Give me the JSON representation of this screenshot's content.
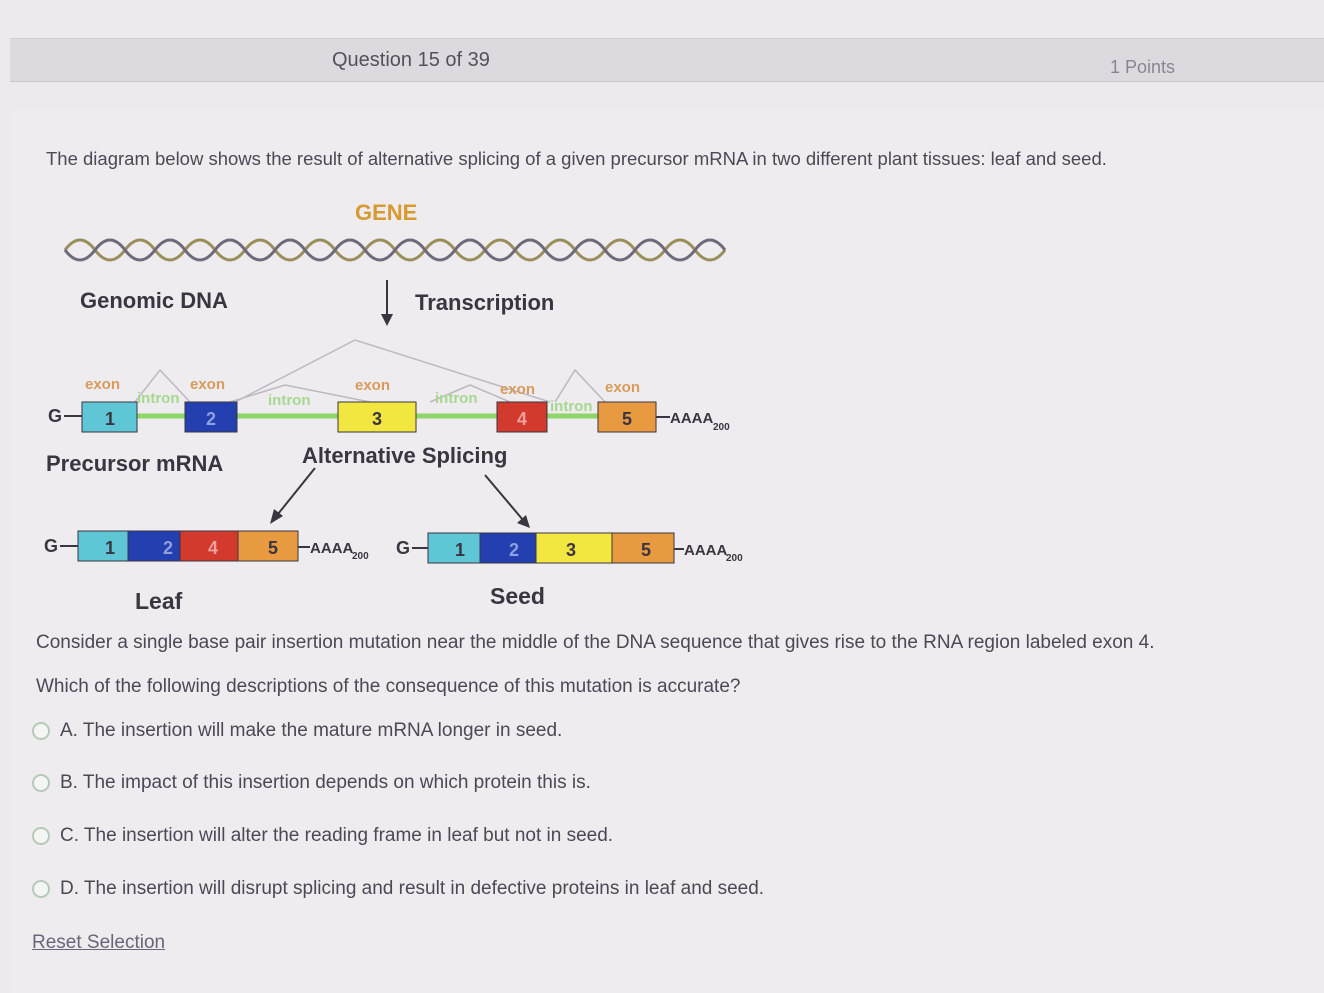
{
  "header": {
    "question_number": "Question 15 of 39",
    "points": "1 Points"
  },
  "prompt": "The diagram below shows the result of alternative splicing of a given precursor mRNA in two different plant tissues: leaf and seed.",
  "diagram": {
    "gene_label": "GENE",
    "genomic_dna_label": "Genomic DNA",
    "transcription_label": "Transcription",
    "precursor_label": "Precursor mRNA",
    "alt_splicing_label": "Alternative Splicing",
    "cap": "G",
    "exon_word": "exon",
    "intron_word": "intron",
    "poly_a": "AAAA",
    "poly_a_sub": "200",
    "exon_nums": [
      "1",
      "2",
      "3",
      "4",
      "5"
    ],
    "leaf_label": "Leaf",
    "seed_label": "Seed",
    "colors": {
      "exon1": "#5fc6d6",
      "exon2": "#2440b0",
      "exon3": "#f2e640",
      "exon4": "#d23a2e",
      "exon5": "#e89a40",
      "intron": "#8fd66a",
      "gene_label": "#d89a30"
    }
  },
  "question": {
    "line1": "Consider a single base pair insertion mutation near the middle of the DNA sequence that gives rise to the RNA region labeled exon 4.",
    "line2": "Which of the following descriptions of the consequence of this mutation is accurate?"
  },
  "options": [
    {
      "label": "A. The insertion will make the mature mRNA longer in seed."
    },
    {
      "label": "B. The impact of this insertion depends on which protein this is."
    },
    {
      "label": "C. The insertion will alter the reading frame in leaf but not in seed."
    },
    {
      "label": "D. The insertion will disrupt splicing and result in defective proteins in leaf and seed."
    }
  ],
  "reset_label": "Reset Selection"
}
